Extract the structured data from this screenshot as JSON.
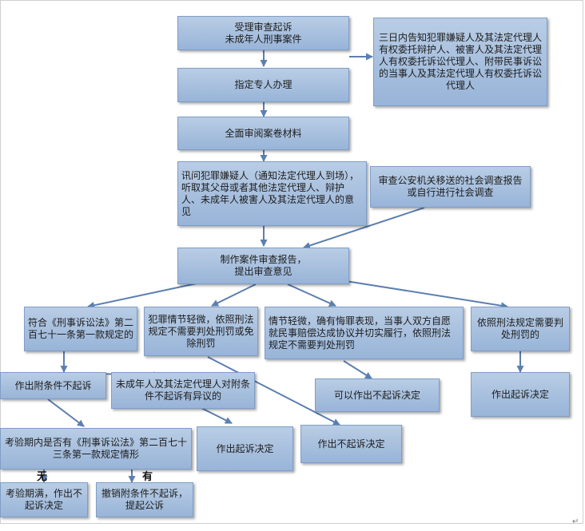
{
  "boxes": {
    "accept_case": "受理审查起诉\n未成年人刑事案件",
    "notify_rights": "三日内告知犯罪嫌疑人及其法定代理人有权委托辩护人、被害人及其法定代理人有权委托诉讼代理人、附带民事诉讼的当事人及其法定代理人有权委托诉讼代理人",
    "assign_person": "指定专人办理",
    "review_materials": "全面审阅案卷材料",
    "interrogate": "讯问犯罪嫌疑人（通知法定代理人到场），听取其父母或者其他法定代理人、辩护人、未成年人被害人及其法定代理人的意见",
    "social_investigation": "审查公安机关移送的社会调查报告或自行进行社会调查",
    "review_report": "制作案件审查报告，\n提出审查意见",
    "cond_271": "符合《刑事诉讼法》第二百七十一条第一款规定的",
    "cond_minor_crime": "犯罪情节轻微，依照刑法规定不需要判处刑罚或免除刑罚",
    "cond_remorse": "情节轻微，确有悔罪表现，当事人双方自愿就民事赔偿达成协议并切实履行，依照刑法规定不需要判处刑罚",
    "cond_needs_penalty": "依照刑法规定需要判处刑罚的",
    "conditional_nonprosecution": "作出附条件不起诉",
    "objection": "未成年人及其法定代理人对附条件不起诉有异议的",
    "may_nonprosecute": "可以作出不起诉决定",
    "prosecute_1": "作出起诉决定",
    "probation_check": "考验期内是否有《刑事诉讼法》第二百七十三条第一款规定情形",
    "prosecute_2": "作出起诉决定",
    "nonprosecute": "作出不起诉决定",
    "probation_expired": "考验期满，作出不起诉决定",
    "revoke": "撤销附条件不起诉，提起公诉"
  },
  "labels": {
    "none": "无",
    "has": "有"
  }
}
